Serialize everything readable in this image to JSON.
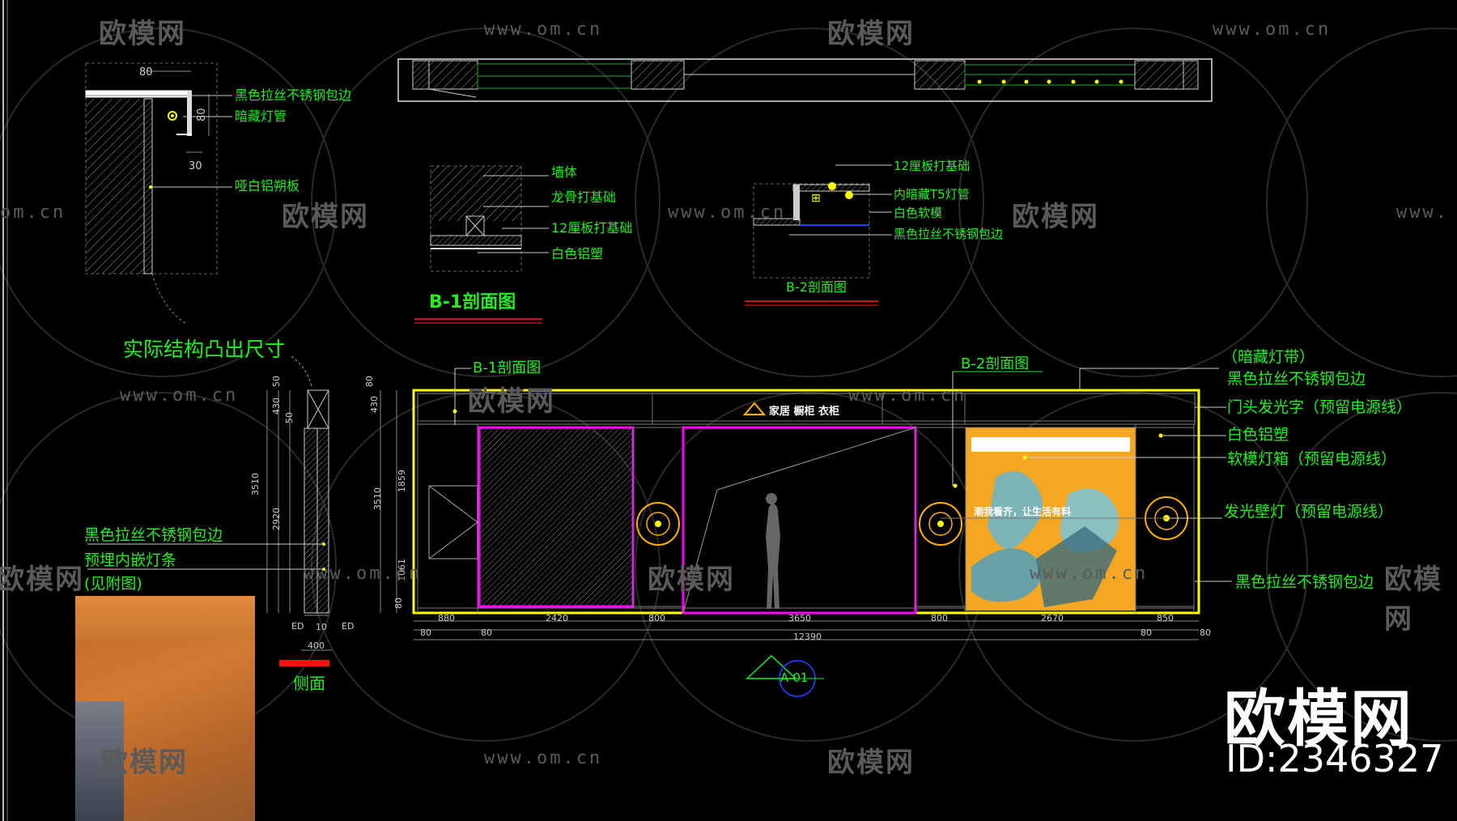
{
  "watermarks": {
    "logo_text": "欧模网",
    "url_text": "www.om.cn",
    "url_partial_left": "om.cn",
    "url_partial_right": "www."
  },
  "brand": {
    "name": "欧模网",
    "id": "ID:2346327"
  },
  "detail_a": {
    "dims": {
      "w80": "80",
      "h80": "80",
      "w30": "30"
    },
    "labels": {
      "trim": "黑色拉丝不锈钢包边",
      "light": "暗藏灯管",
      "panel": "哑白铝朔板"
    }
  },
  "section_b1": {
    "title": "B-1剖面图",
    "labels": {
      "wall": "墙体",
      "keel": "龙骨打基础",
      "ply": "12厘板打基础",
      "plastic": "白色铝塑"
    }
  },
  "section_b2": {
    "title": "B-2剖面图",
    "labels": {
      "ply": "12厘板打基础",
      "t5": "内暗藏T5灯管",
      "soft": "白色软模",
      "trim": "黑色拉丝不锈钢包边"
    }
  },
  "side_view": {
    "heading": "实际结构凸出尺寸",
    "caption": "侧面",
    "labels": {
      "trim": "黑色拉丝不锈钢包边",
      "strip": "预埋内嵌灯条",
      "see": "(见附图)"
    },
    "dims": {
      "d50a": "50",
      "d430": "430",
      "d50b": "50",
      "d3510": "3510",
      "d2920": "2920",
      "ed1": "ED",
      "d10": "10",
      "ed2": "ED",
      "d400": "400"
    }
  },
  "elevation": {
    "callout_b1": "B-1剖面图",
    "callout_b2": "B-2剖面图",
    "sign": "家居 橱柜 衣柜",
    "poster_headline": "潮我看齐，让生活有料",
    "tag": "A-01",
    "left_dims": {
      "d80": "80",
      "d430": "430",
      "d3510": "3510",
      "d1859": "1859",
      "d1061": "1061",
      "d80b": "80"
    },
    "bottom_dims": [
      "880",
      "2420",
      "800",
      "3650",
      "800",
      "2670",
      "850"
    ],
    "edge_dims": [
      "80",
      "80",
      "80",
      "80"
    ],
    "total": "12390",
    "right_labels": {
      "hidden_strip": "（暗藏灯带）",
      "trim_top": "黑色拉丝不锈钢包边",
      "sign_light": "门头发光字（预留电源线）",
      "plastic": "白色铝塑",
      "lightbox": "软模灯箱（预留电源线）",
      "wall_lamp": "发光壁灯（预留电源线）",
      "trim_bottom": "黑色拉丝不锈钢包边"
    }
  },
  "colors": {
    "cad_green": "#22dd22",
    "cad_yellow": "#ffff00",
    "cad_magenta": "#ff00ff",
    "cad_red": "#ff2020",
    "cad_white": "#ffffff",
    "poster_orange": "#f5a623"
  }
}
